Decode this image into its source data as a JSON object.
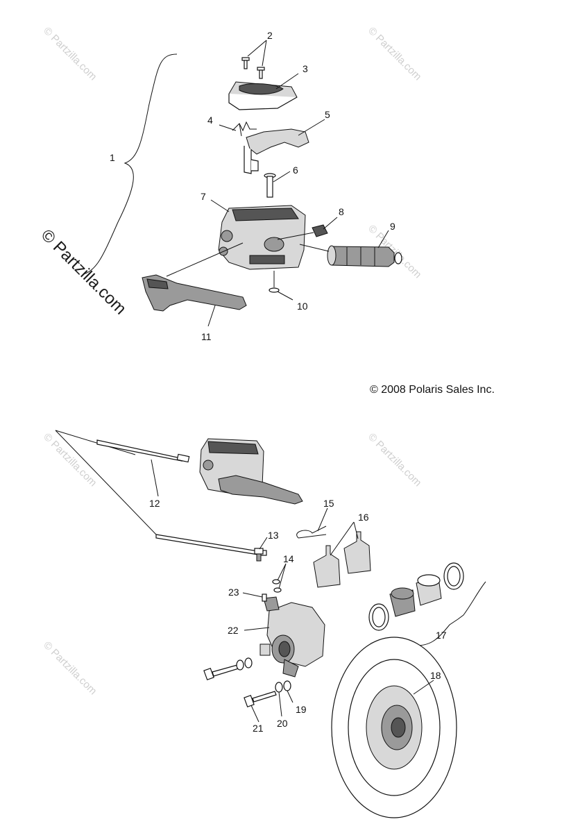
{
  "copyright": "© 2008 Polaris Sales Inc.",
  "watermark_text": "© Partzilla.com",
  "callouts": [
    "1",
    "2",
    "3",
    "4",
    "5",
    "6",
    "7",
    "8",
    "9",
    "10",
    "11",
    "12",
    "13",
    "14",
    "15",
    "16",
    "17",
    "18",
    "19",
    "20",
    "21",
    "22",
    "23"
  ],
  "colors": {
    "line": "#111111",
    "watermark": "#cfcfcf"
  }
}
